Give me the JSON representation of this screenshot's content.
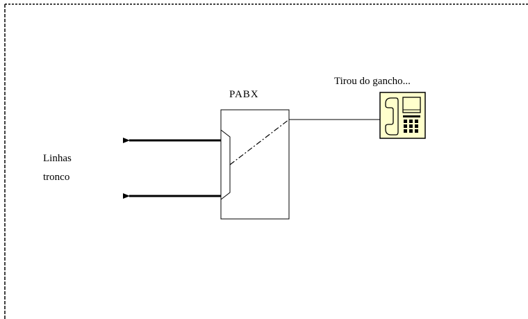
{
  "labels": {
    "pabx": "PABX",
    "off_hook": "Tirou do gancho...",
    "trunk_lines_line1": "Linhas",
    "trunk_lines_line2": "tronco"
  },
  "icons": {
    "telephone": "desk-telephone-icon"
  },
  "colors": {
    "background": "#ffffff",
    "stroke": "#000000",
    "phone_body": "#ffffcc",
    "phone_outline": "#000000"
  }
}
